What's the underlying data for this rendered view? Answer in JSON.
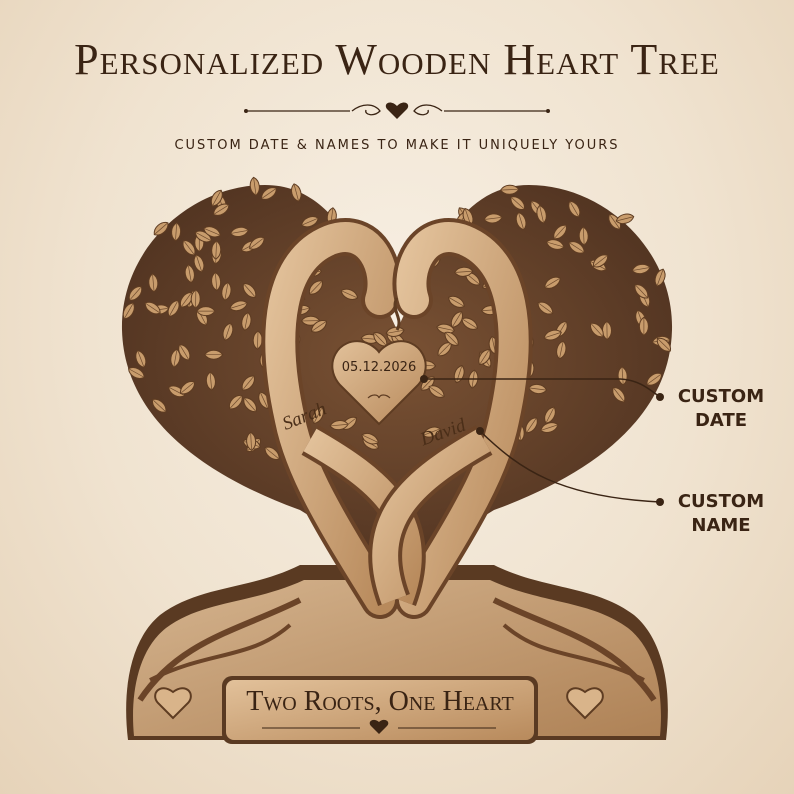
{
  "header": {
    "title": "Personalized Wooden Heart Tree",
    "subtitle": "CUSTOM DATE & NAMES TO MAKE IT UNIQUELY YOURS"
  },
  "product": {
    "date": "05.12.2026",
    "name_left": "Sarah",
    "name_right": "David",
    "plaque": "Two Roots, One Heart"
  },
  "callouts": {
    "date": {
      "line1": "CUSTOM",
      "line2": "DATE"
    },
    "name": {
      "line1": "CUSTOM",
      "line2": "NAME"
    }
  },
  "icons": [
    "ornament-divider-icon",
    "heart-icon",
    "leaf-icon"
  ],
  "colors": {
    "background": "#f3e8d8",
    "wood_light": "#d9b48a",
    "wood_mid": "#b98a5c",
    "wood_dark": "#6b4428",
    "text": "#3a2414"
  }
}
